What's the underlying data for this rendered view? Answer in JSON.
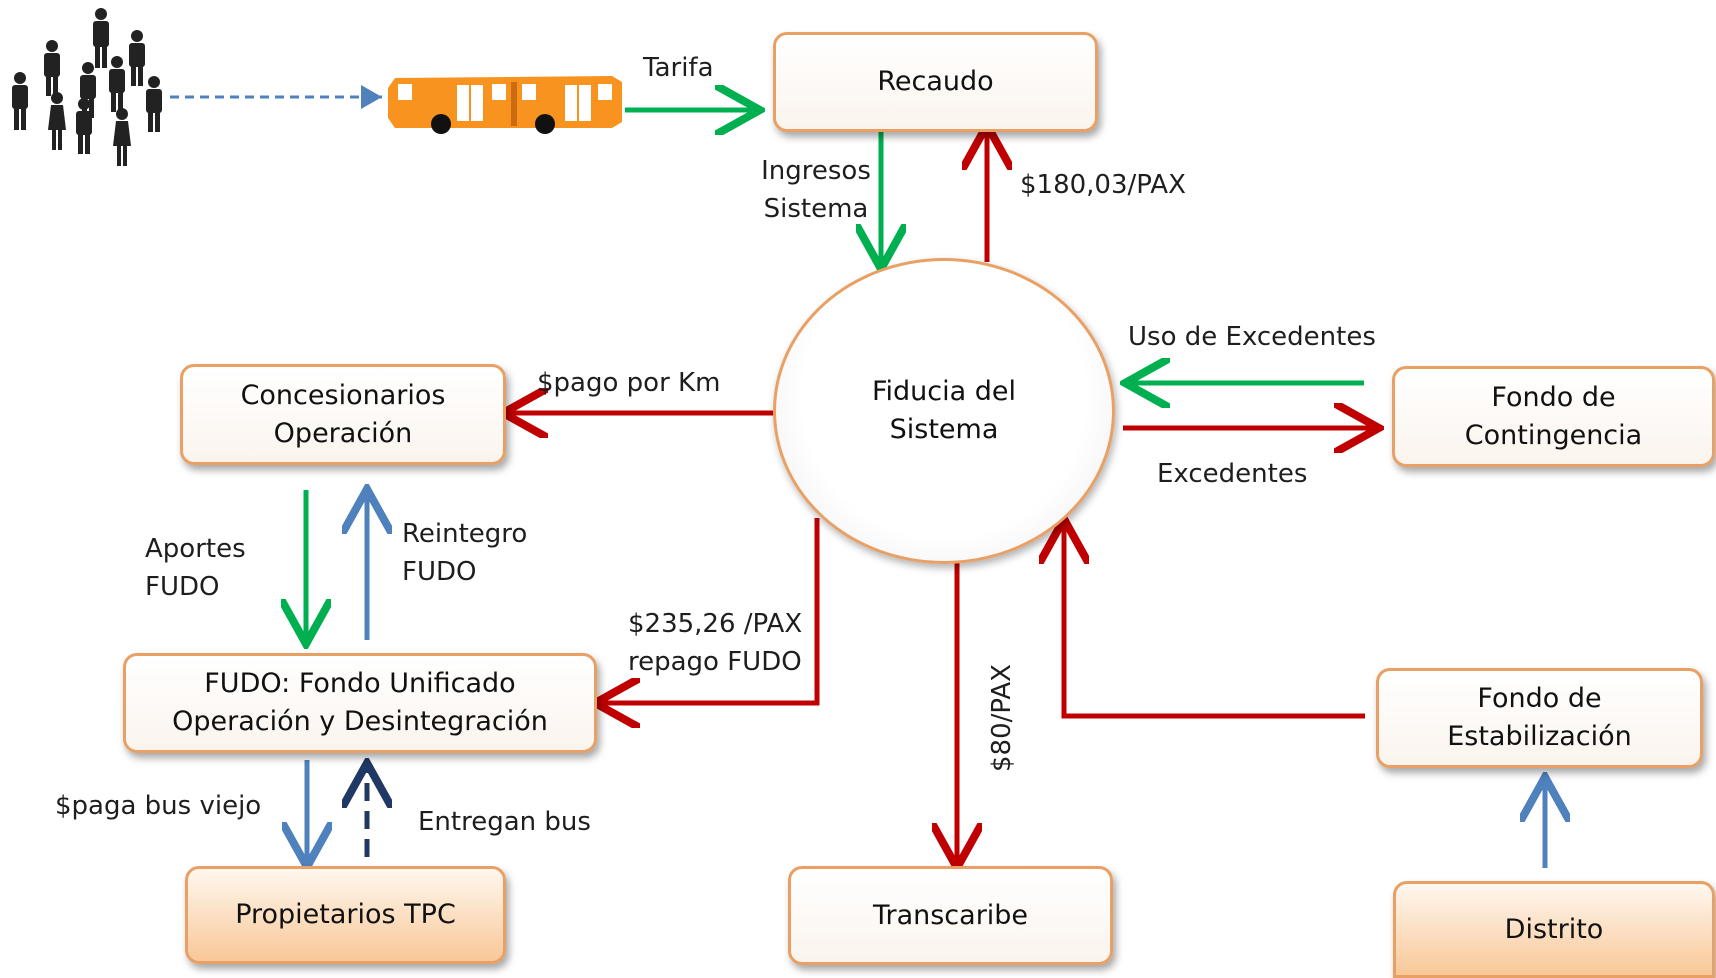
{
  "nodes": {
    "recaudo": "Recaudo",
    "fiducia": [
      "Fiducia del",
      "Sistema"
    ],
    "concesionarios": [
      "Concesionarios",
      "Operación"
    ],
    "fondo_contingencia": [
      "Fondo de",
      "Contingencia"
    ],
    "fudo": [
      "FUDO: Fondo Unificado",
      "Operación y Desintegración"
    ],
    "propietarios": "Propietarios TPC",
    "transcaribe": "Transcaribe",
    "fondo_estabilizacion": [
      "Fondo de",
      "Estabilización"
    ],
    "distrito": "Distrito"
  },
  "edges": {
    "tarifa": "Tarifa",
    "ingresos": [
      "Ingresos",
      "Sistema"
    ],
    "pax_recaudo": "$180,03/PAX",
    "uso_excedentes": "Uso de Excedentes",
    "excedentes": "Excedentes",
    "pago_km": "$pago por Km",
    "aportes": [
      "Aportes",
      "FUDO"
    ],
    "reintegro": [
      "Reintegro",
      "FUDO"
    ],
    "repago": [
      "$235,26 /PAX",
      "repago FUDO"
    ],
    "pax_transcaribe": "$80/PAX",
    "paga_bus": "$paga bus viejo",
    "entregan_bus": "Entregan bus"
  },
  "colors": {
    "green": "#00b050",
    "red": "#c00000",
    "blue": "#4f81bd",
    "navy": "#1f3864",
    "orange": "#f79646",
    "box_border": "#e8a064"
  },
  "icons": [
    "people-icon",
    "bus-icon"
  ]
}
